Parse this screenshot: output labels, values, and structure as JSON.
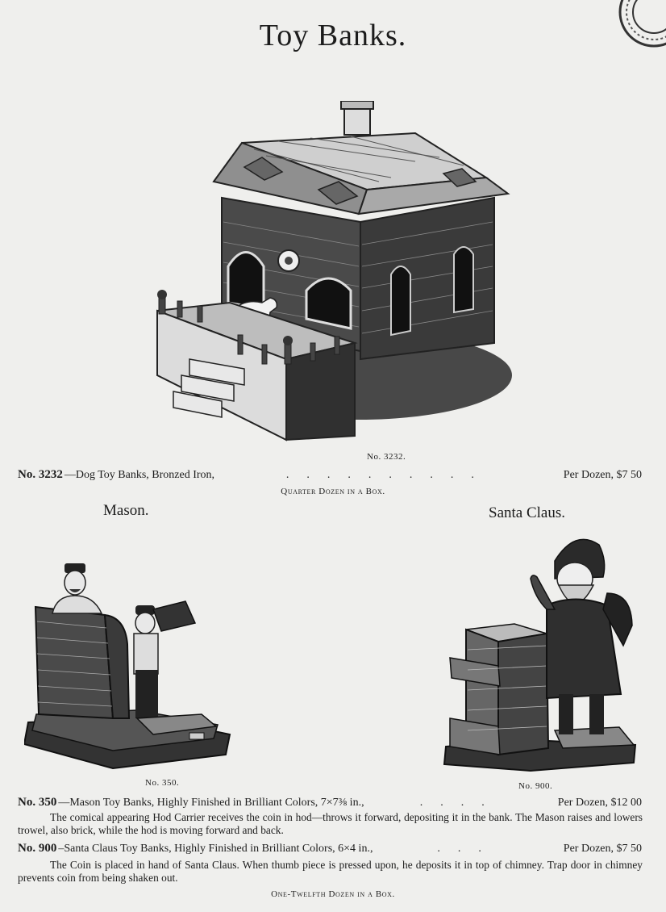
{
  "page": {
    "title": "Toy Banks."
  },
  "items": [
    {
      "number": "No. 3232",
      "description": "—Dog Toy Banks, Bronzed Iron,",
      "price": "Per Dozen, $7 50",
      "figure_label": "No. 3232.",
      "box_note": "Quarter Dozen in a Box."
    },
    {
      "heading": "Mason.",
      "number": "No. 350",
      "description": "—Mason Toy Banks, Highly Finished in Brilliant Colors, 7×7⅜ in.,",
      "price": "Per Dozen, $12 00",
      "figure_label": "No. 350.",
      "note": "The comical appearing Hod Carrier receives the coin in hod—throws it forward, depositing it in the bank. The Mason raises and lowers trowel, also brick, while the hod is moving forward and back."
    },
    {
      "heading": "Santa Claus.",
      "number": "No. 900",
      "description": "–Santa Claus Toy Banks, Highly Finished in Brilliant Colors, 6×4 in.,",
      "price": "Per Dozen, $7 50",
      "figure_label": "No. 900.",
      "note": "The Coin is placed in hand of Santa Claus. When thumb piece is pressed upon, he deposits it in top of chimney. Trap door in chimney prevents coin from being shaken out."
    }
  ],
  "footer": {
    "box_note": "One-Twelfth Dozen in a Box."
  },
  "colors": {
    "paper": "#efefed",
    "ink": "#1c1c1c"
  }
}
